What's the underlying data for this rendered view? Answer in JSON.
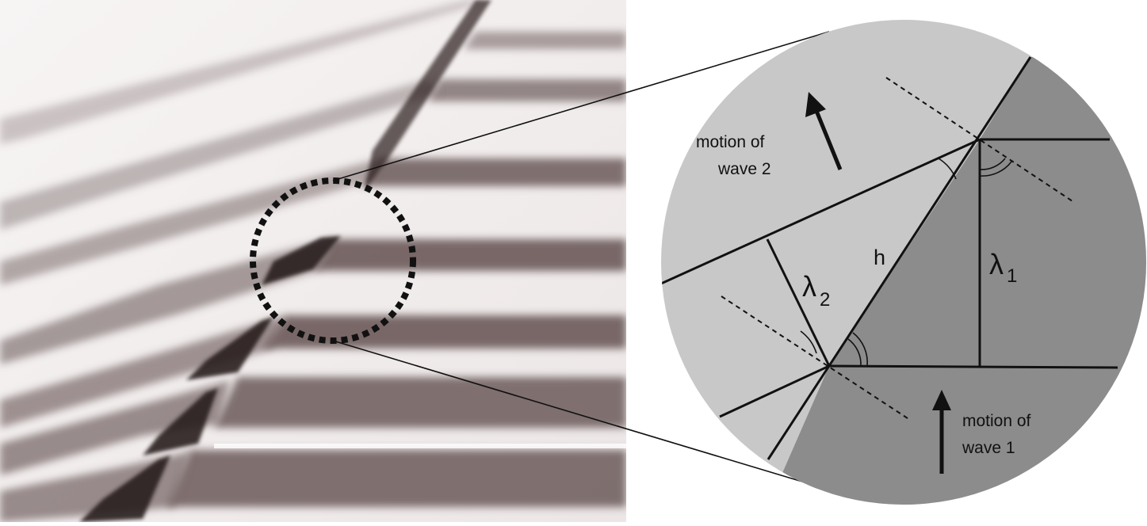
{
  "diagram": {
    "labels": {
      "wave2_motion_line1": "motion of",
      "wave2_motion_line2": "wave 2",
      "wave1_motion_line1": "motion of",
      "wave1_motion_line2": "wave 1",
      "h": "h",
      "lambda1": "λ",
      "lambda1_sub": "1",
      "lambda2": "λ",
      "lambda2_sub": "2"
    },
    "colors": {
      "photo_light": "#f2eeee",
      "photo_dark": "#3a2a2a",
      "wave2_region": "#c8c8c8",
      "wave1_region": "#8a8a8a",
      "line": "#111111"
    }
  }
}
